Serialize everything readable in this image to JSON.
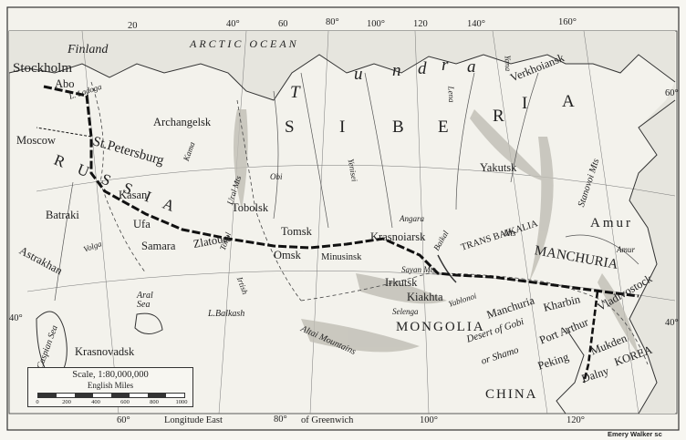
{
  "credit": "Emery Walker sc",
  "bottom_caption": {
    "left": "Longitude East",
    "deg": "80°",
    "right": "of Greenwich"
  },
  "top_degrees": [
    "20",
    "40°",
    "60",
    "80°",
    "100°",
    "120",
    "140°",
    "160°"
  ],
  "bottom_degrees": [
    "60°",
    "100°",
    "120°"
  ],
  "side_degrees": {
    "left": "40°",
    "right": "40°",
    "right_top": "60°"
  },
  "ocean": "ARCTIC OCEAN",
  "regions": {
    "siberia": [
      "S",
      "I",
      "B",
      "E",
      "R",
      "I",
      "A"
    ],
    "russia": "R U S S I A",
    "mongolia": "MONGOLIA",
    "china": "CHINA",
    "korea": "KOREA",
    "manchuria_big": "MANCHURIA",
    "manchuria": "Manchuria",
    "tundra": [
      "T",
      "u",
      "n",
      "d",
      "r",
      "a"
    ],
    "finland": "Finland"
  },
  "places": {
    "stockholm": "Stockholm",
    "abo": "Abo",
    "st_petersburg": "St.Petersburg",
    "moscow": "Moscow",
    "archangelsk": "Archangelsk",
    "kasan": "Kasan",
    "batraki": "Batraki",
    "ufa": "Ufa",
    "samara": "Samara",
    "zlatoust": "Zlatoust",
    "astrakhan": "Astrakhan",
    "krasnovadsk": "Krasnovadsk",
    "tobolsk": "Tobolsk",
    "tomsk": "Tomsk",
    "omsk": "Omsk",
    "minusinsk": "Minusinsk",
    "krasnoiarsk": "Krasnoiarsk",
    "irkutsk": "Irkutsk",
    "kiakhta": "Kiakhta",
    "yakutsk": "Yakutsk",
    "verkhoiansk": "Verkhoiansk",
    "amur": "Amur",
    "kharbin": "Kharbin",
    "vladivostock": "Vladivostock",
    "mukden": "Mukden",
    "port_arthur": "Port Arthur",
    "dalny": "Dalny",
    "peking": "Peking",
    "trans_baikalia": "TRANS BAIKALIA",
    "desert": "Desert of Gobi",
    "or_shamo": "or Shamo"
  },
  "rivers": {
    "ladoga": "L. Ladoga",
    "volga": "Volga",
    "obi": "Obi",
    "tobol": "Tobol",
    "irtish": "Irtish",
    "angara": "Angara",
    "yenisei": "Yenisei",
    "lena": "Lena",
    "yana": "Yana",
    "kama": "Kama",
    "amur_r": "Amur",
    "selenga": "Selenga"
  },
  "seas": {
    "caspian": "Caspian Sea",
    "aral": "Aral Sea",
    "balkash": "L.Balkash",
    "baikal": "Baikal"
  },
  "mountains": {
    "ural": "Ural Mts",
    "altai": "Altai Mountains",
    "sayan": "Sayan Mts",
    "yablonoi": "Yablonoi",
    "stanovoi": "Stanovoi Mts",
    "trans_mts": "Mts"
  },
  "scale": {
    "title": "Scale, 1:80,000,000",
    "units": "English Miles",
    "ticks": [
      "0",
      "200",
      "400",
      "600",
      "800",
      "1000"
    ]
  }
}
